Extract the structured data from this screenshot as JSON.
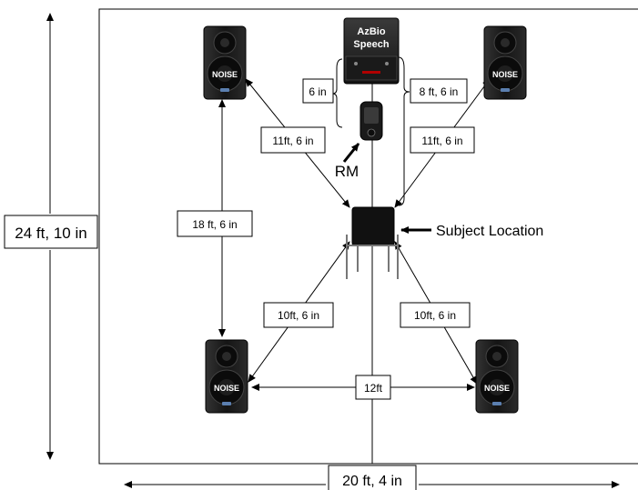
{
  "labels": {
    "room_height": "24 ft, 10 in",
    "room_width": "20 ft, 4 in",
    "speaker_to_speaker_vertical": "18 ft, 6 in",
    "front_left": "11ft, 6 in",
    "front_right": "11ft, 6 in",
    "rear_left": "10ft, 6 in",
    "rear_right": "10ft, 6 in",
    "rear_width": "12ft",
    "speech_to_mic": "6 in",
    "speech_to_subject": "8 ft, 6 in",
    "rm": "RM",
    "subject_location": "Subject Location"
  },
  "speech_speaker": {
    "line1": "AzBio",
    "line2": "Speech"
  },
  "noise_speakers": [
    {
      "label": "NOISE"
    },
    {
      "label": "NOISE"
    },
    {
      "label": "NOISE"
    },
    {
      "label": "NOISE"
    }
  ],
  "colors": {
    "speaker_body": "#1c1c1c",
    "speaker_dark": "#050505",
    "speech_box_top": "#b00000",
    "line": "#000000"
  }
}
